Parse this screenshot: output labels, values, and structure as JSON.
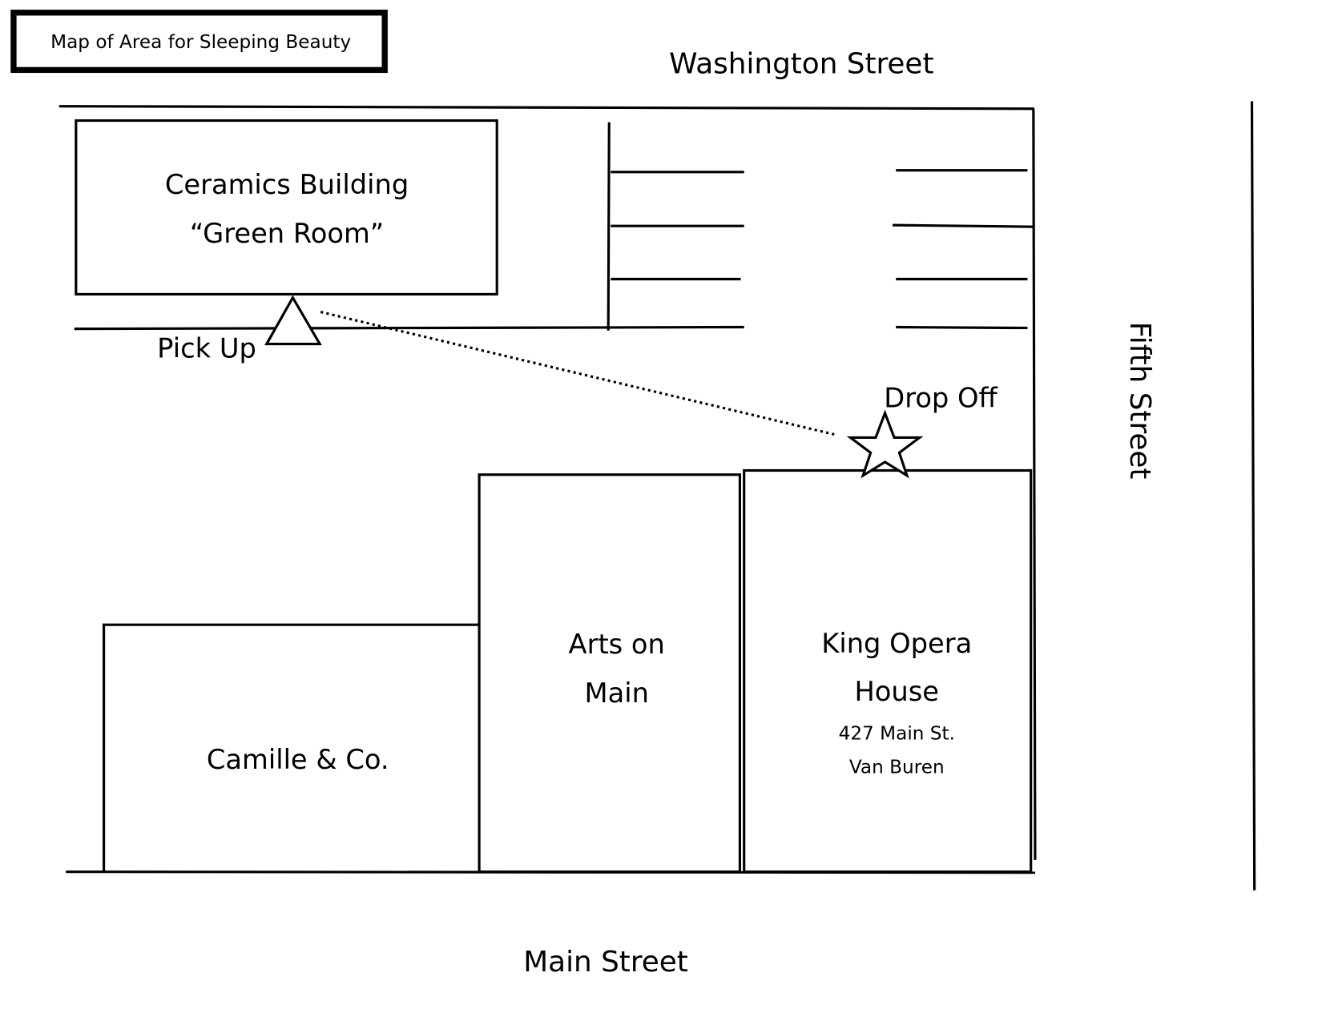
{
  "title": "Map of Area for Sleeping Beauty",
  "streets": {
    "north": "Washington Street",
    "south": "Main Street",
    "east": "Fifth Street"
  },
  "buildings": {
    "ceramics": {
      "line1": "Ceramics Building",
      "line2": "“Green Room”"
    },
    "arts": {
      "line1": "Arts on",
      "line2": "Main"
    },
    "camille": {
      "line1": "Camille & Co."
    },
    "opera": {
      "line1": "King Opera",
      "line2": "House",
      "address1": "427 Main St.",
      "address2": "Van Buren"
    }
  },
  "markers": {
    "pickup": {
      "label": "Pick Up",
      "icon": "triangle-icon"
    },
    "dropoff": {
      "label": "Drop Off",
      "icon": "star-icon"
    }
  }
}
